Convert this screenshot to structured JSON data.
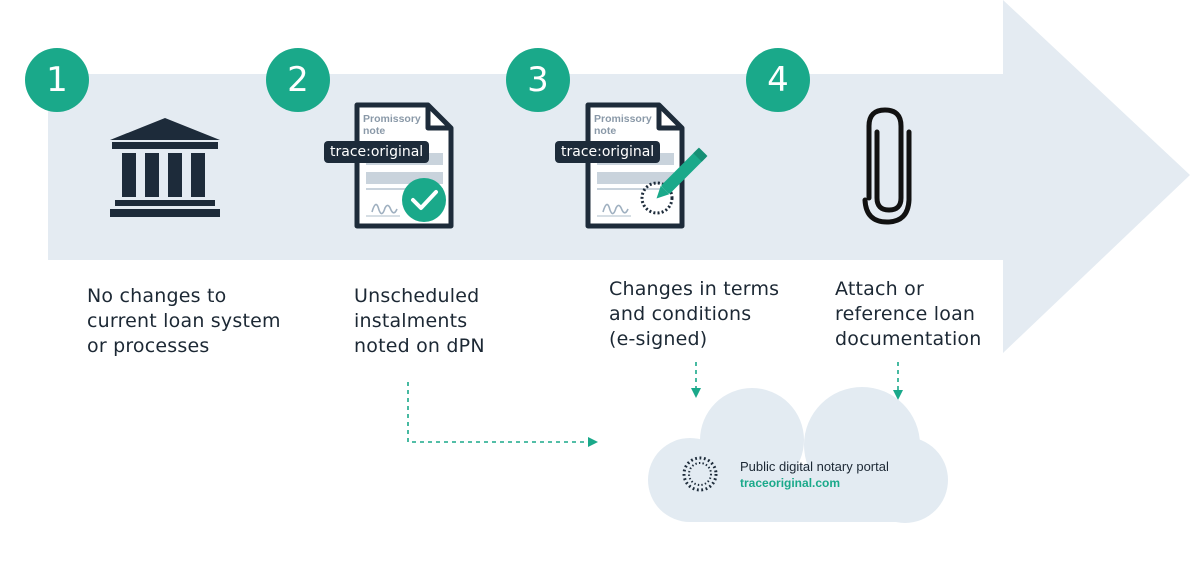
{
  "steps": [
    {
      "number": "1",
      "lines": [
        "No changes to",
        "current loan system",
        "or processes"
      ],
      "icon": "bank-icon"
    },
    {
      "number": "2",
      "lines": [
        "Unscheduled",
        "instalments",
        "noted on dPN"
      ],
      "icon": "verified-document-icon"
    },
    {
      "number": "3",
      "lines": [
        "Changes in terms",
        "and conditions",
        "(e-signed)"
      ],
      "icon": "signed-document-icon"
    },
    {
      "number": "4",
      "lines": [
        "Attach or",
        "reference loan",
        "documentation"
      ],
      "icon": "paperclip-icon"
    }
  ],
  "document": {
    "title_line1": "Promissory",
    "title_line2": "note",
    "tag": "trace:original"
  },
  "portal": {
    "name": "Public digital notary portal",
    "url": "traceoriginal.com",
    "icon": "binary-ring-icon"
  },
  "colors": {
    "accent": "#1aa98a",
    "arrow": "#e4ebf2",
    "cloud": "#e3ebf2",
    "dark": "#1d2b3a",
    "doc_gray": "#c6d0da"
  }
}
